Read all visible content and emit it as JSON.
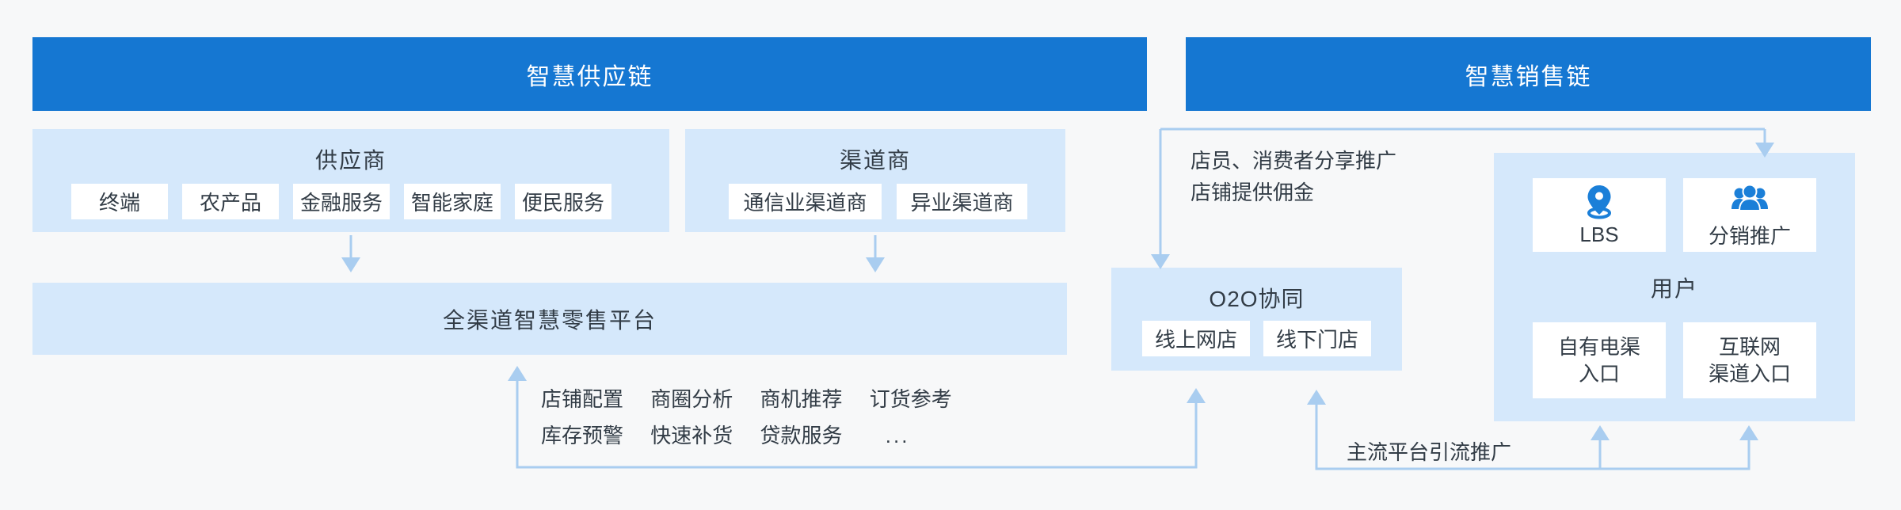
{
  "colors": {
    "header_blue": "#1577d2",
    "panel_light_blue": "#d5e8fb",
    "connector_blue": "#a9cdf0",
    "icon_blue": "#1b7fd8",
    "text_dark": "#323c46",
    "background": "#f7f8f9"
  },
  "headers": {
    "supply": "智慧供应链",
    "sales": "智慧销售链"
  },
  "supplier": {
    "title": "供应商",
    "items": [
      "终端",
      "农产品",
      "金融服务",
      "智能家庭",
      "便民服务"
    ]
  },
  "channel": {
    "title": "渠道商",
    "items": [
      "通信业渠道商",
      "异业渠道商"
    ]
  },
  "platform": {
    "title": "全渠道智慧零售平台"
  },
  "features": {
    "row1": [
      "店铺配置",
      "商圈分析",
      "商机推荐",
      "订货参考"
    ],
    "row2": [
      "库存预警",
      "快速补货",
      "贷款服务"
    ],
    "ellipsis": "..."
  },
  "o2o": {
    "title": "O2O协同",
    "items": [
      "线上网店",
      "线下门店"
    ]
  },
  "share_note": {
    "line1": "店员、消费者分享推广",
    "line2": "店铺提供佣金"
  },
  "user_panel": {
    "title": "用户",
    "cards": [
      {
        "icon": "location-pin-icon",
        "label": "LBS"
      },
      {
        "icon": "group-icon",
        "label": "分销推广"
      }
    ],
    "entries": [
      {
        "line1": "自有电渠",
        "line2": "入口"
      },
      {
        "line1": "互联网",
        "line2": "渠道入口"
      }
    ]
  },
  "traffic_note": "主流平台引流推广"
}
